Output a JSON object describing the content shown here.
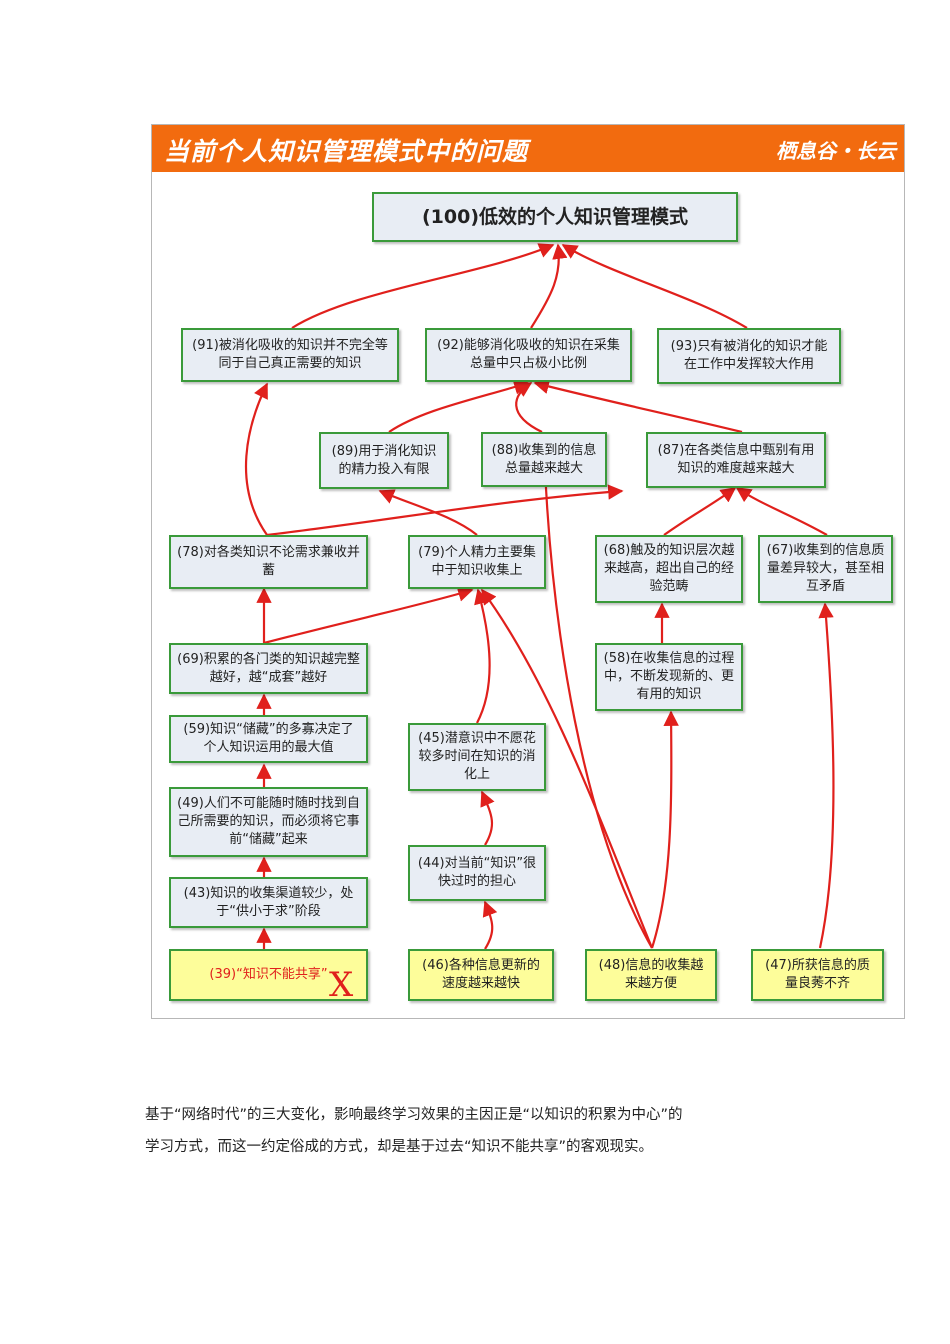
{
  "header": {
    "title": "当前个人知识管理模式中的问题",
    "brand": "栖息谷・长云"
  },
  "colors": {
    "header_bg": "#f26b0f",
    "node_border": "#3a9a3a",
    "node_fill": "#e8edf4",
    "highlight_fill": "#fdfd9a",
    "arrow": "#e0201c"
  },
  "nodes": {
    "n100": "(100)低效的个人知识管理模式",
    "n91": "(91)被消化吸收的知识并不完全等同于自己真正需要的知识",
    "n92": "(92)能够消化吸收的知识在采集总量中只占极小比例",
    "n93": "(93)只有被消化的知识才能在工作中发挥较大作用",
    "n89": "(89)用于消化知识的精力投入有限",
    "n88": "(88)收集到的信息总量越来越大",
    "n87": "(87)在各类信息中甄别有用知识的难度越来越大",
    "n78": "(78)对各类知识不论需求兼收并蓄",
    "n79": "(79)个人精力主要集中于知识收集上",
    "n68": "(68)触及的知识层次越来越高，超出自己的经验范畴",
    "n67": "(67)收集到的信息质量差异较大，甚至相互矛盾",
    "n69": "(69)积累的各门类的知识越完整越好，越“成套”越好",
    "n58": "(58)在收集信息的过程中，不断发现新的、更有用的知识",
    "n59": "(59)知识“储藏”的多寡决定了个人知识运用的最大值",
    "n45": "(45)潜意识中不愿花较多时间在知识的消化上",
    "n49": "(49)人们不可能随时随时找到自己所需要的知识，而必须将它事前“储藏”起来",
    "n44": "(44)对当前“知识”很快过时的担心",
    "n43": "(43)知识的收集渠道较少，处于“供小于求”阶段",
    "n39": "(39)“知识不能共享”",
    "n46": "(46)各种信息更新的速度越来越快",
    "n48": "(48)信息的收集越来越方便",
    "n47": "(47)所获信息的质量良莠不齐"
  },
  "x_mark": "X",
  "paragraph": {
    "line1": "基于“网络时代”的三大变化，影响最终学习效果的主因正是“以知识的积累为中心”的",
    "line2": "学习方式，而这一约定俗成的方式，却是基于过去“知识不能共享”的客观现实。"
  }
}
